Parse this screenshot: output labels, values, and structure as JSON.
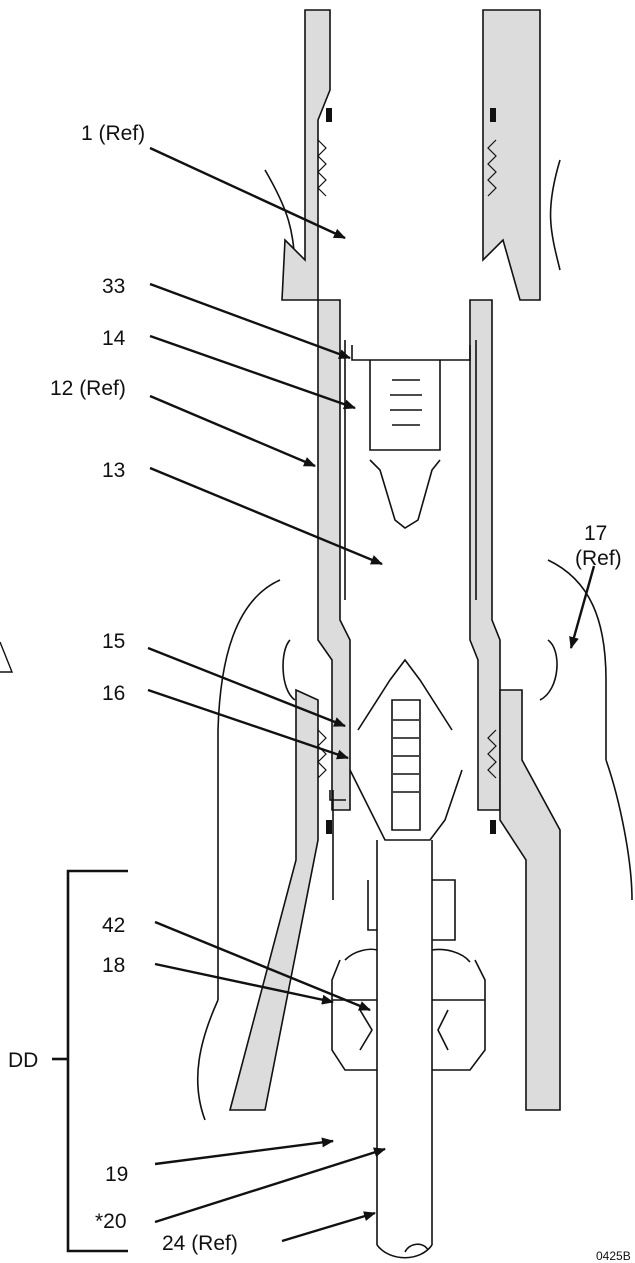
{
  "labels": {
    "l1": "1 (Ref)",
    "l33": "33",
    "l14": "14",
    "l12": "12 (Ref)",
    "l13": "13",
    "l17a": "17",
    "l17b": "(Ref)",
    "l15": "15",
    "l16": "16",
    "l42": "42",
    "l18": "18",
    "ldd": "DD",
    "l19": "19",
    "l20": "*20",
    "l24": "24 (Ref)"
  },
  "figure_code": "0425B",
  "colors": {
    "ink": "#111111",
    "section_fill": "#dcdcdc",
    "paper": "#ffffff"
  }
}
